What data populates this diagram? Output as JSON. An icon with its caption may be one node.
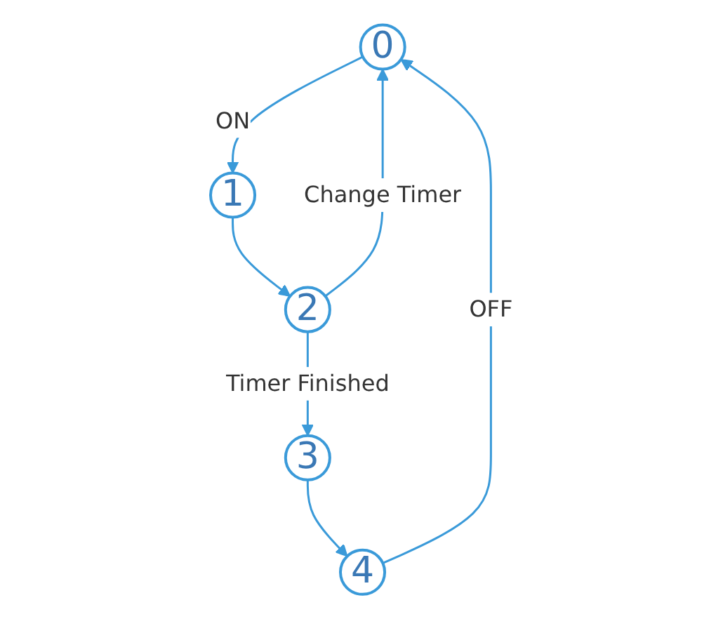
{
  "diagram": {
    "nodes": [
      {
        "text": [
          "0"
        ]
      },
      {
        "text": [
          "1"
        ]
      },
      {
        "text": [
          "2"
        ]
      },
      {
        "text": [
          "3"
        ]
      },
      {
        "text": [
          "4"
        ]
      }
    ],
    "edges": [
      {
        "from": 0,
        "to": 1,
        "arrow": "to",
        "label": "ON"
      },
      {
        "from": 1,
        "to": 2,
        "arrow": "to"
      },
      {
        "from": 2,
        "to": 0,
        "arrow": "to",
        "label": "Change Timer"
      },
      {
        "from": 2,
        "to": 3,
        "arrow": "to",
        "label": "Timer Finished"
      },
      {
        "from": 3,
        "to": 4,
        "arrow": "to"
      },
      {
        "from": 4,
        "to": 0,
        "arrow": "to",
        "label": "OFF"
      }
    ]
  }
}
